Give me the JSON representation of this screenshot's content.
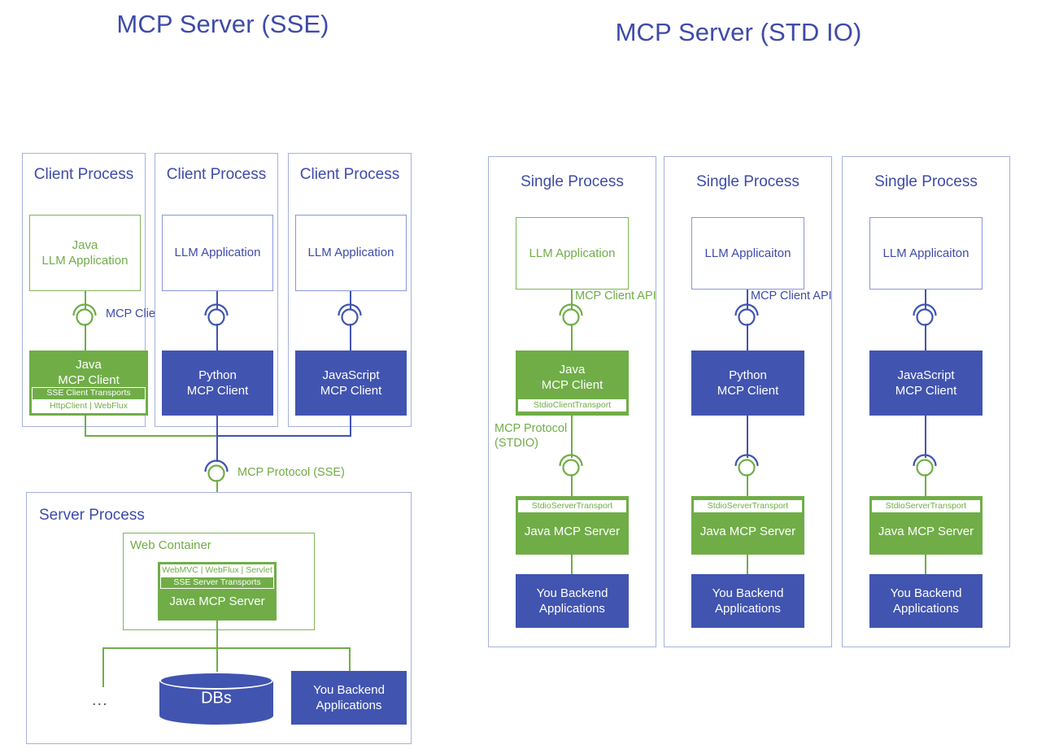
{
  "diagrams": {
    "left": {
      "title": "MCP Server (SSE)",
      "client_processes": [
        {
          "panel_label": "Client Process",
          "app_box": {
            "lines": [
              "Java",
              "LLM Application"
            ],
            "style": "green-outline"
          },
          "connector_label": "MCP Client API",
          "client_box": {
            "lines": [
              "Java",
              "MCP Client"
            ],
            "style": "green-fill",
            "bars": [
              {
                "text": "SSE Client Transports",
                "style": "on-green"
              },
              {
                "text": "HttpClient | WebFlux",
                "style": "white"
              }
            ]
          }
        },
        {
          "panel_label": "Client Process",
          "app_box": {
            "lines": [
              "LLM Application"
            ],
            "style": "blue-outline"
          },
          "connector_label": "",
          "client_box": {
            "lines": [
              "Python",
              "MCP Client"
            ],
            "style": "blue-fill",
            "bars": []
          }
        },
        {
          "panel_label": "Client Process",
          "app_box": {
            "lines": [
              "LLM Application"
            ],
            "style": "blue-outline"
          },
          "connector_label": "",
          "client_box": {
            "lines": [
              "JavaScript",
              "MCP Client"
            ],
            "style": "blue-fill",
            "bars": []
          }
        }
      ],
      "protocol_label": "MCP Protocol (SSE)",
      "server_process": {
        "panel_label": "Server Process",
        "web_container_label": "Web Container",
        "server_box": {
          "title": "Java MCP Server",
          "bars": [
            {
              "text": "WebMVC | WebFlux | Servlet",
              "style": "white"
            },
            {
              "text": "SSE Server Transports",
              "style": "on-green"
            }
          ]
        },
        "ellipsis": "...",
        "db_label": "DBs",
        "backend_lines": [
          "You Backend",
          "Applications"
        ]
      }
    },
    "right": {
      "title": "MCP Server (STD IO)",
      "single_processes": [
        {
          "panel_label": "Single Process",
          "app_box": {
            "lines": [
              "LLM Application"
            ],
            "style": "green-outline"
          },
          "connector_label": "MCP Client API",
          "client_box": {
            "lines": [
              "Java",
              "MCP Client"
            ],
            "style": "green-fill",
            "bars": [
              {
                "text": "StdioClientTransport",
                "style": "white"
              }
            ]
          },
          "protocol_label_lines": [
            "MCP Protocol",
            "(STDIO)"
          ],
          "server_box": {
            "title": "Java MCP Server",
            "bars": [
              {
                "text": "StdioServerTransport",
                "style": "white"
              }
            ]
          },
          "backend_lines": [
            "You Backend",
            "Applications"
          ]
        },
        {
          "panel_label": "Single Process",
          "app_box": {
            "lines": [
              "LLM Applicaiton"
            ],
            "style": "blue-outline"
          },
          "connector_label": "MCP Client API",
          "client_box": {
            "lines": [
              "Python",
              "MCP Client"
            ],
            "style": "blue-fill",
            "bars": []
          },
          "protocol_label_lines": [],
          "server_box": {
            "title": "Java MCP Server",
            "bars": [
              {
                "text": "StdioServerTransport",
                "style": "white"
              }
            ]
          },
          "backend_lines": [
            "You Backend",
            "Applications"
          ]
        },
        {
          "panel_label": "Single Process",
          "app_box": {
            "lines": [
              "LLM Applicaiton"
            ],
            "style": "blue-outline"
          },
          "connector_label": "",
          "client_box": {
            "lines": [
              "JavaScript",
              "MCP Client"
            ],
            "style": "blue-fill",
            "bars": []
          },
          "protocol_label_lines": [],
          "server_box": {
            "title": "Java MCP Server",
            "bars": [
              {
                "text": "StdioServerTransport",
                "style": "white"
              }
            ]
          },
          "backend_lines": [
            "You Backend",
            "Applications"
          ]
        }
      ]
    }
  },
  "colors": {
    "green": "#70AD47",
    "blue": "#4154B0",
    "blue_text": "#3E4BA8",
    "panel_border": "#A6B1DE"
  }
}
